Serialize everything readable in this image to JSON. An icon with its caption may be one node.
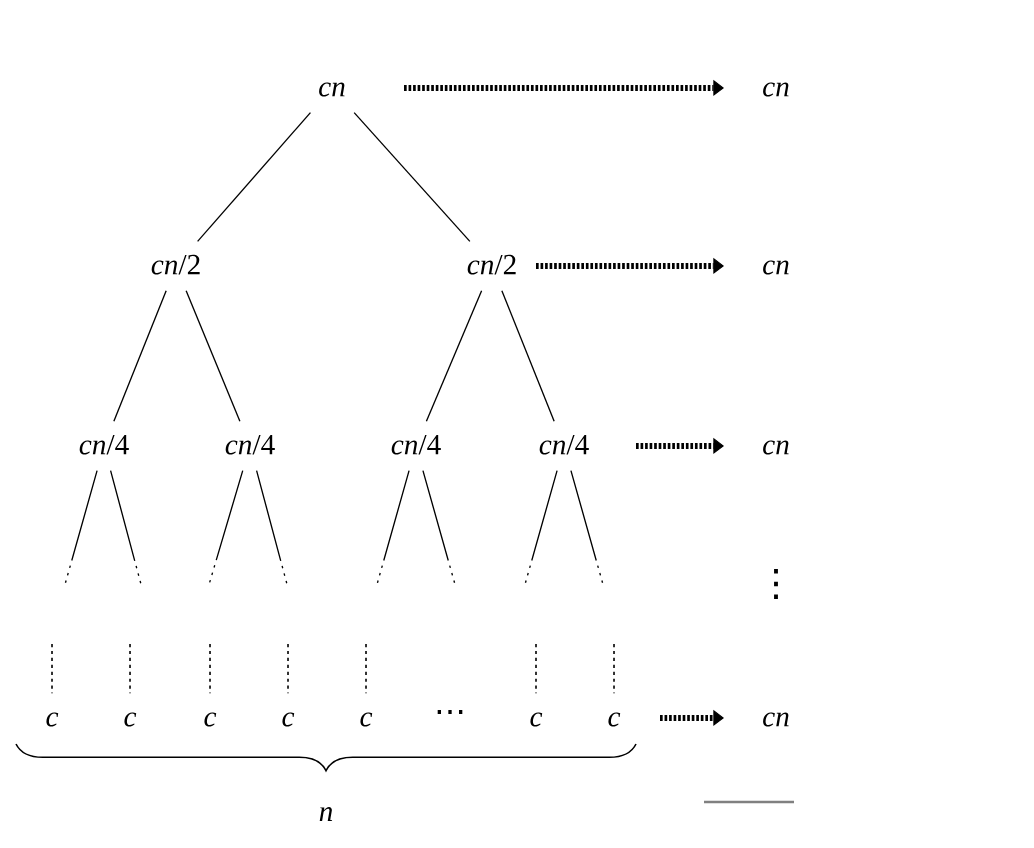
{
  "diagram": {
    "nodes": [
      {
        "text": [
          "cn"
        ]
      },
      {
        "text": [
          "cn"
        ]
      },
      {
        "text": [
          "*cn*/2"
        ]
      },
      {
        "text": [
          "*cn*/2"
        ]
      },
      {
        "text": [
          "cn"
        ]
      },
      {
        "text": [
          "*cn*/4"
        ]
      },
      {
        "text": [
          "*cn*/4"
        ]
      },
      {
        "text": [
          "*cn*/4"
        ]
      },
      {
        "text": [
          "*cn*/4"
        ]
      },
      {
        "text": [
          "cn"
        ]
      },
      {
        "text": [
          "c"
        ]
      },
      {
        "text": [
          "c"
        ]
      },
      {
        "text": [
          "c"
        ]
      },
      {
        "text": [
          "c"
        ]
      },
      {
        "text": [
          "c"
        ]
      },
      {
        "text": [
          "c"
        ]
      },
      {
        "text": [
          "c"
        ]
      },
      {
        "text": [
          "cn"
        ]
      }
    ],
    "edges": [
      {
        "from": 0,
        "to": 2,
        "arrow": "none"
      },
      {
        "from": 0,
        "to": 3,
        "arrow": "none"
      },
      {
        "from": 0,
        "to": 1,
        "arrow": "to",
        "style": "dashed"
      },
      {
        "from": 2,
        "to": 5,
        "arrow": "none"
      },
      {
        "from": 2,
        "to": 6,
        "arrow": "none"
      },
      {
        "from": 3,
        "to": 7,
        "arrow": "none"
      },
      {
        "from": 3,
        "to": 8,
        "arrow": "none"
      },
      {
        "from": 3,
        "to": 4,
        "arrow": "to",
        "style": "dashed"
      },
      {
        "from": 8,
        "to": 9,
        "arrow": "to",
        "style": "dashed"
      },
      {
        "from": 5,
        "to": null,
        "arrow": "none",
        "style": "dashed"
      },
      {
        "from": 5,
        "to": null,
        "arrow": "none",
        "style": "dashed"
      },
      {
        "from": 6,
        "to": null,
        "arrow": "none",
        "style": "dashed"
      },
      {
        "from": 6,
        "to": null,
        "arrow": "none",
        "style": "dashed"
      },
      {
        "from": 7,
        "to": null,
        "arrow": "none",
        "style": "dashed"
      },
      {
        "from": 7,
        "to": null,
        "arrow": "none",
        "style": "dashed"
      },
      {
        "from": 8,
        "to": null,
        "arrow": "none",
        "style": "dashed"
      },
      {
        "from": 8,
        "to": null,
        "arrow": "none",
        "style": "dashed"
      },
      {
        "from": null,
        "to": 10,
        "arrow": "none",
        "style": "dashed"
      },
      {
        "from": null,
        "to": 11,
        "arrow": "none",
        "style": "dashed"
      },
      {
        "from": null,
        "to": 12,
        "arrow": "none",
        "style": "dashed"
      },
      {
        "from": null,
        "to": 13,
        "arrow": "none",
        "style": "dashed"
      },
      {
        "from": null,
        "to": 14,
        "arrow": "none",
        "style": "dashed"
      },
      {
        "from": null,
        "to": 15,
        "arrow": "none",
        "style": "dashed"
      },
      {
        "from": null,
        "to": 16,
        "arrow": "none",
        "style": "dashed"
      },
      {
        "from": 16,
        "to": 17,
        "arrow": "to",
        "style": "dashed"
      }
    ],
    "labels": [
      "⋮",
      "⋯",
      "n"
    ]
  }
}
